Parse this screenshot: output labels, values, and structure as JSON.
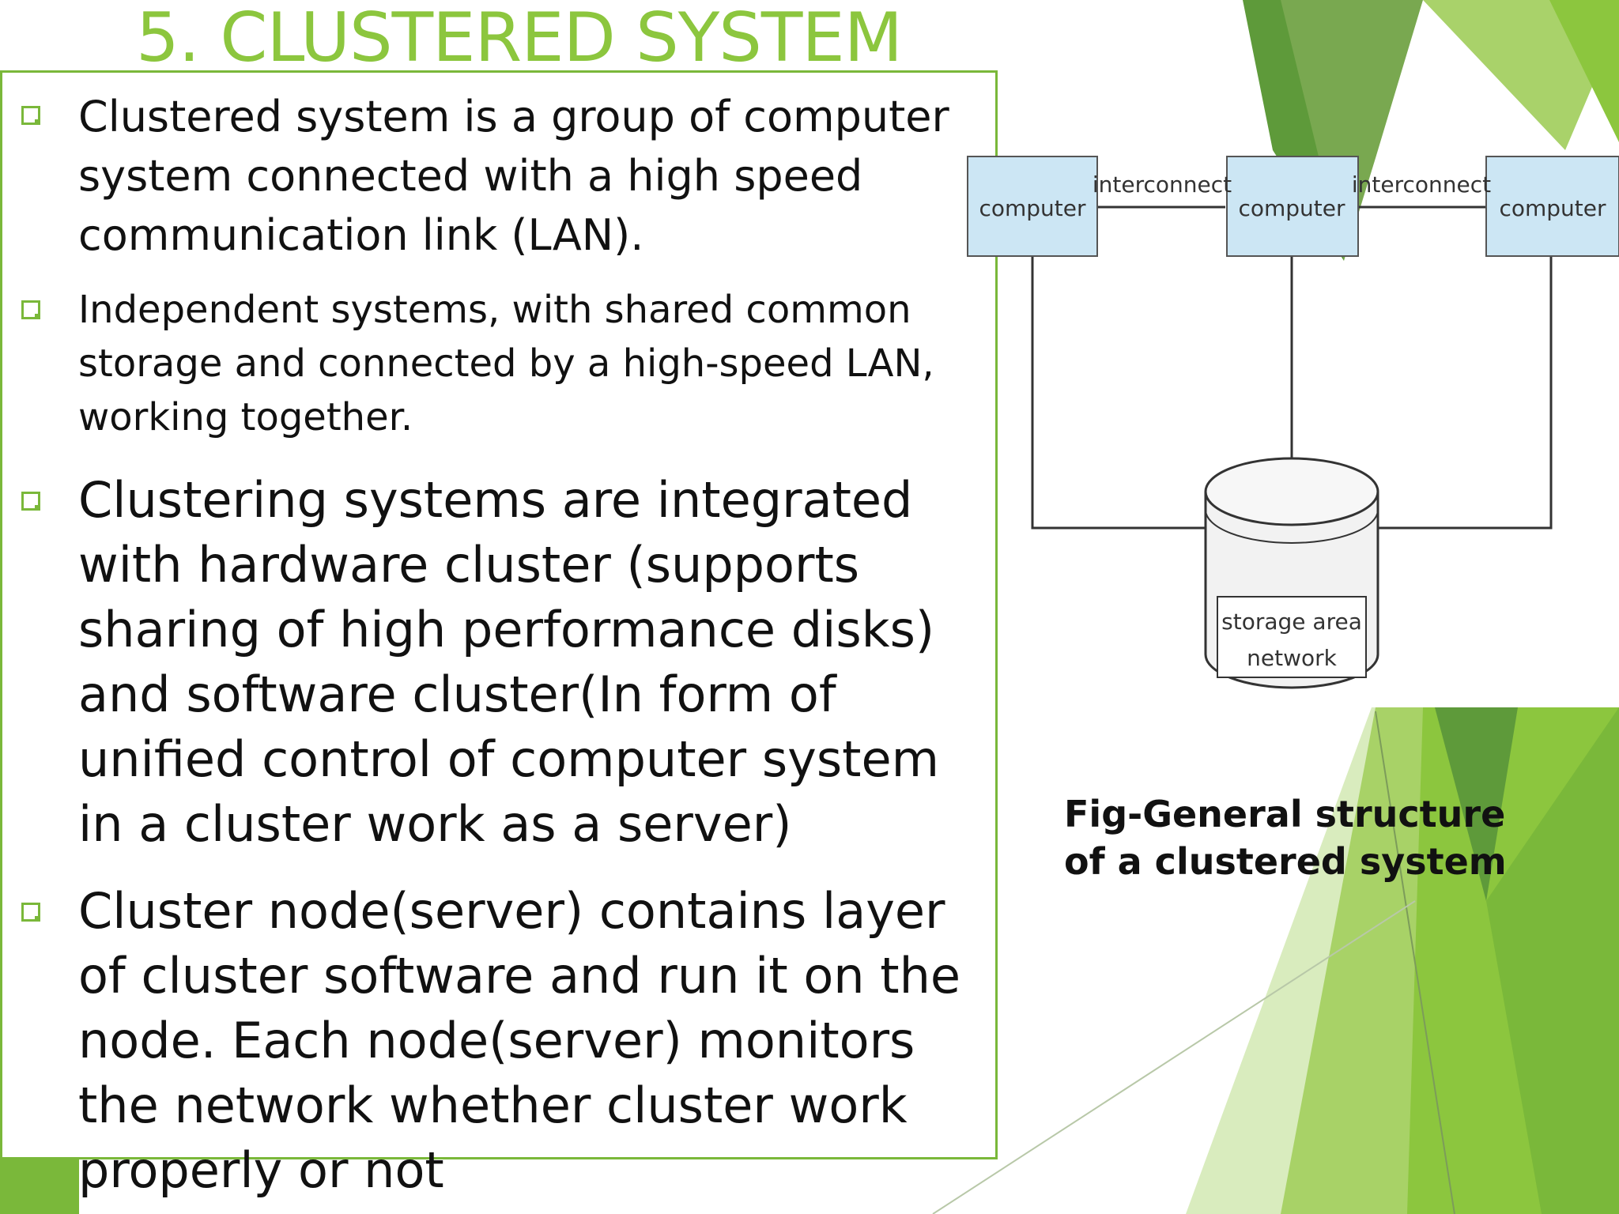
{
  "slide": {
    "title": "5. CLUSTERED SYSTEM",
    "bullets": [
      "Clustered system is a group of computer system connected with a high speed communication link (LAN).",
      "Independent systems, with shared common storage and connected by a high-speed LAN, working together.",
      "Clustering systems are integrated with hardware cluster (supports sharing of high performance disks) and software cluster(In form of unified control of computer system in a cluster work as a server)",
      "Cluster node(server) contains layer of cluster software and run it on the node. Each node(server) monitors the network whether cluster work properly or not"
    ],
    "diagram": {
      "computer_labels": [
        "computer",
        "computer",
        "computer"
      ],
      "interconnect_labels": [
        "interconnect",
        "interconnect"
      ],
      "storage_label_line1": "storage area",
      "storage_label_line2": "network"
    },
    "caption": "Fig-General structure of a clustered system"
  },
  "colors": {
    "accent_green": "#8cc63e",
    "border_green": "#7ab83a",
    "computer_box_fill": "#cce6f4"
  }
}
